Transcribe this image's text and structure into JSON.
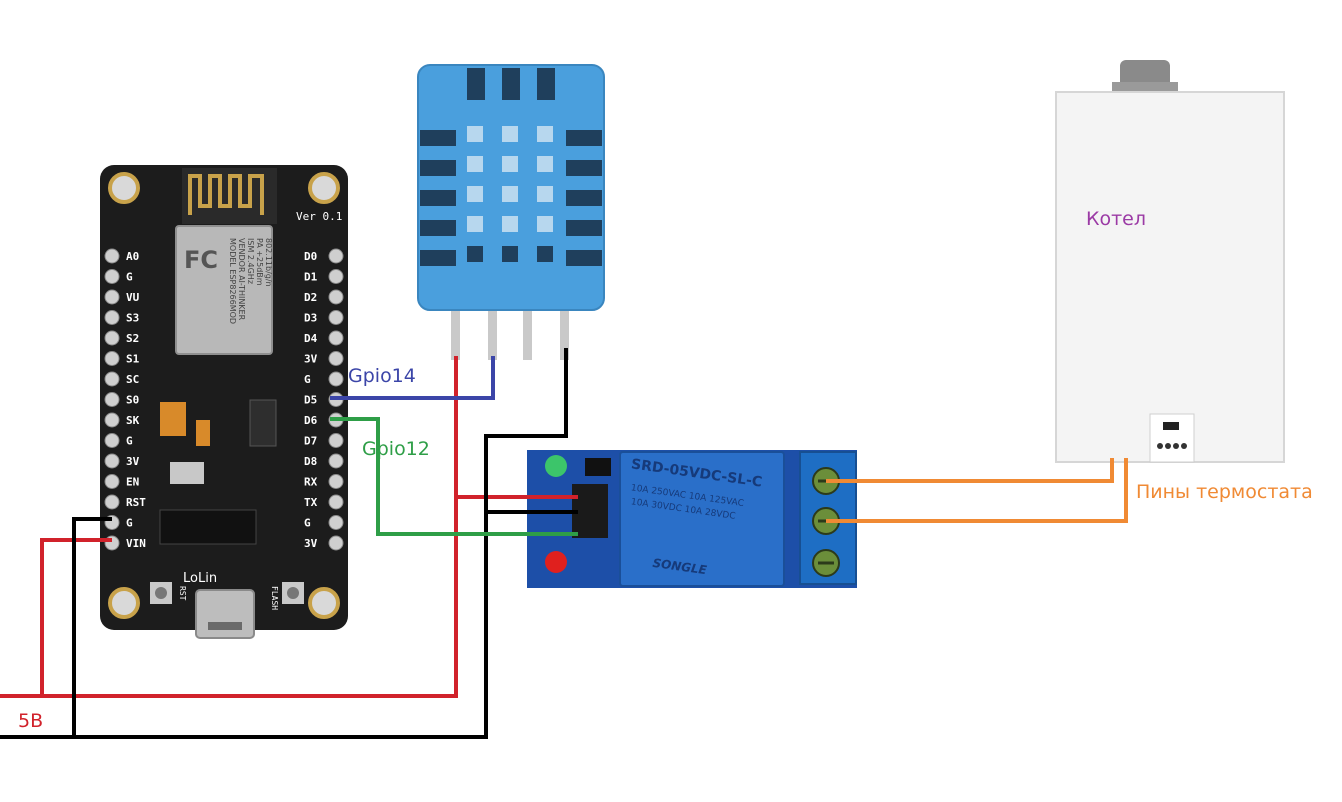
{
  "labels": {
    "gpio14": "Gpio14",
    "gpio12": "Gpio12",
    "boiler": "Котел",
    "thermostat_pins": "Пины термостата",
    "power": "5В"
  },
  "nodemcu": {
    "version": "Ver 0.1",
    "left_pins": [
      "A0",
      "G",
      "VU",
      "S3",
      "S2",
      "S1",
      "SC",
      "S0",
      "SK",
      "G",
      "3V",
      "EN",
      "RST",
      "G",
      "VIN"
    ],
    "right_pins": [
      "D0",
      "D1",
      "D2",
      "D3",
      "D4",
      "3V",
      "G",
      "D5",
      "D6",
      "D7",
      "D8",
      "RX",
      "TX",
      "G",
      "3V"
    ],
    "module_text": [
      "FC",
      "MODEL ESP8266MOD",
      "VENDOR AI-THINKER",
      "ISM 2.4GHz",
      "PA +25dBm",
      "802.11b/g/n"
    ],
    "board_name": "LoLin",
    "rst_label": "RST",
    "flash_label": "FLASH"
  },
  "relay": {
    "model": "SRD-05VDC-SL-C",
    "ratings": [
      "10A 250VAC  10A 125VAC",
      "10A 30VDC  10A 28VDC"
    ],
    "brand": "SONGLE"
  },
  "colors": {
    "power_wire": "#d1222b",
    "ground_wire": "#000000",
    "gpio14_wire": "#3b45a8",
    "gpio12_wire": "#2e9e47",
    "thermostat_wire": "#f08a34",
    "boiler_label": "#9b3aa5",
    "sensor_body": "#4a9fdd",
    "board": "#1c1c1c",
    "relay_board": "#1d4fa8",
    "relay_block": "#2a6fc9"
  }
}
